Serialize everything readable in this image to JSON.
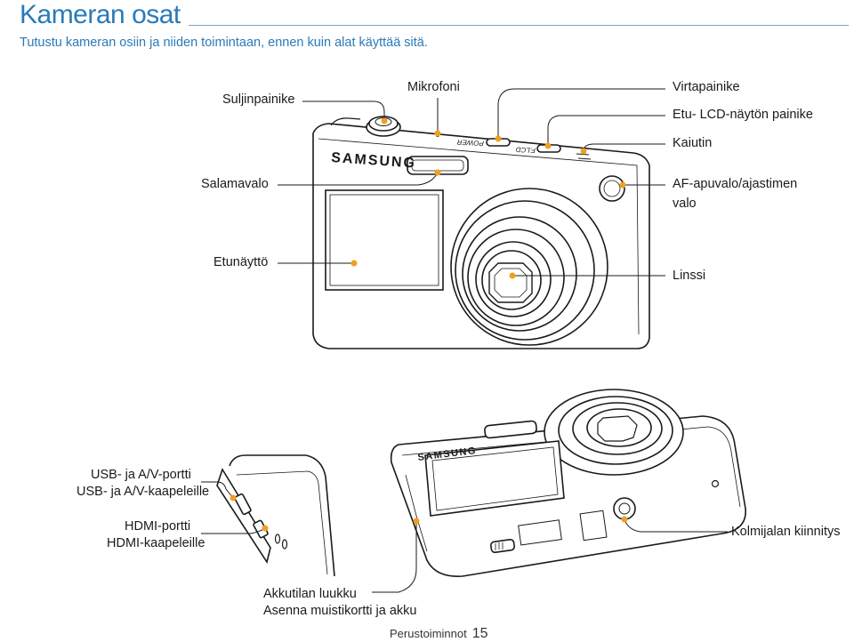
{
  "header": {
    "title": "Kameran osat",
    "subtitle": "Tutustu kameran osiin ja niiden toimintaan, ennen kuin alat käyttää sitä."
  },
  "camera_front": {
    "brand": "SAMSUNG",
    "body_markings": [
      "POWER",
      "F.LCD"
    ],
    "labels": {
      "shutter": "Suljinpainike",
      "microphone": "Mikrofoni",
      "power": "Virtapainike",
      "front_lcd_button": "Etu- LCD-näytön painike",
      "speaker": "Kaiutin",
      "flash": "Salamavalo",
      "af_lamp_line1": "AF-apuvalo/ajastimen",
      "af_lamp_line2": "valo",
      "front_display": "Etunäyttö",
      "lens": "Linssi"
    }
  },
  "camera_bottom": {
    "brand": "SAMSUNG",
    "labels": {
      "usb_port": "USB- ja A/V-portti",
      "usb_port_desc": "USB- ja A/V-kaapeleille",
      "hdmi_port": "HDMI-portti",
      "hdmi_port_desc": "HDMI-kaapeleille",
      "tripod": "Kolmijalan kiinnitys",
      "battery_cover": "Akkutilan luukku",
      "battery_cover_desc": "Asenna muistikortti ja akku"
    }
  },
  "footer": {
    "section": "Perustoiminnot",
    "page": "15"
  },
  "colors": {
    "title": "#2a7ab8",
    "callout": "#f0a020",
    "outline": "#1a1a1a"
  }
}
